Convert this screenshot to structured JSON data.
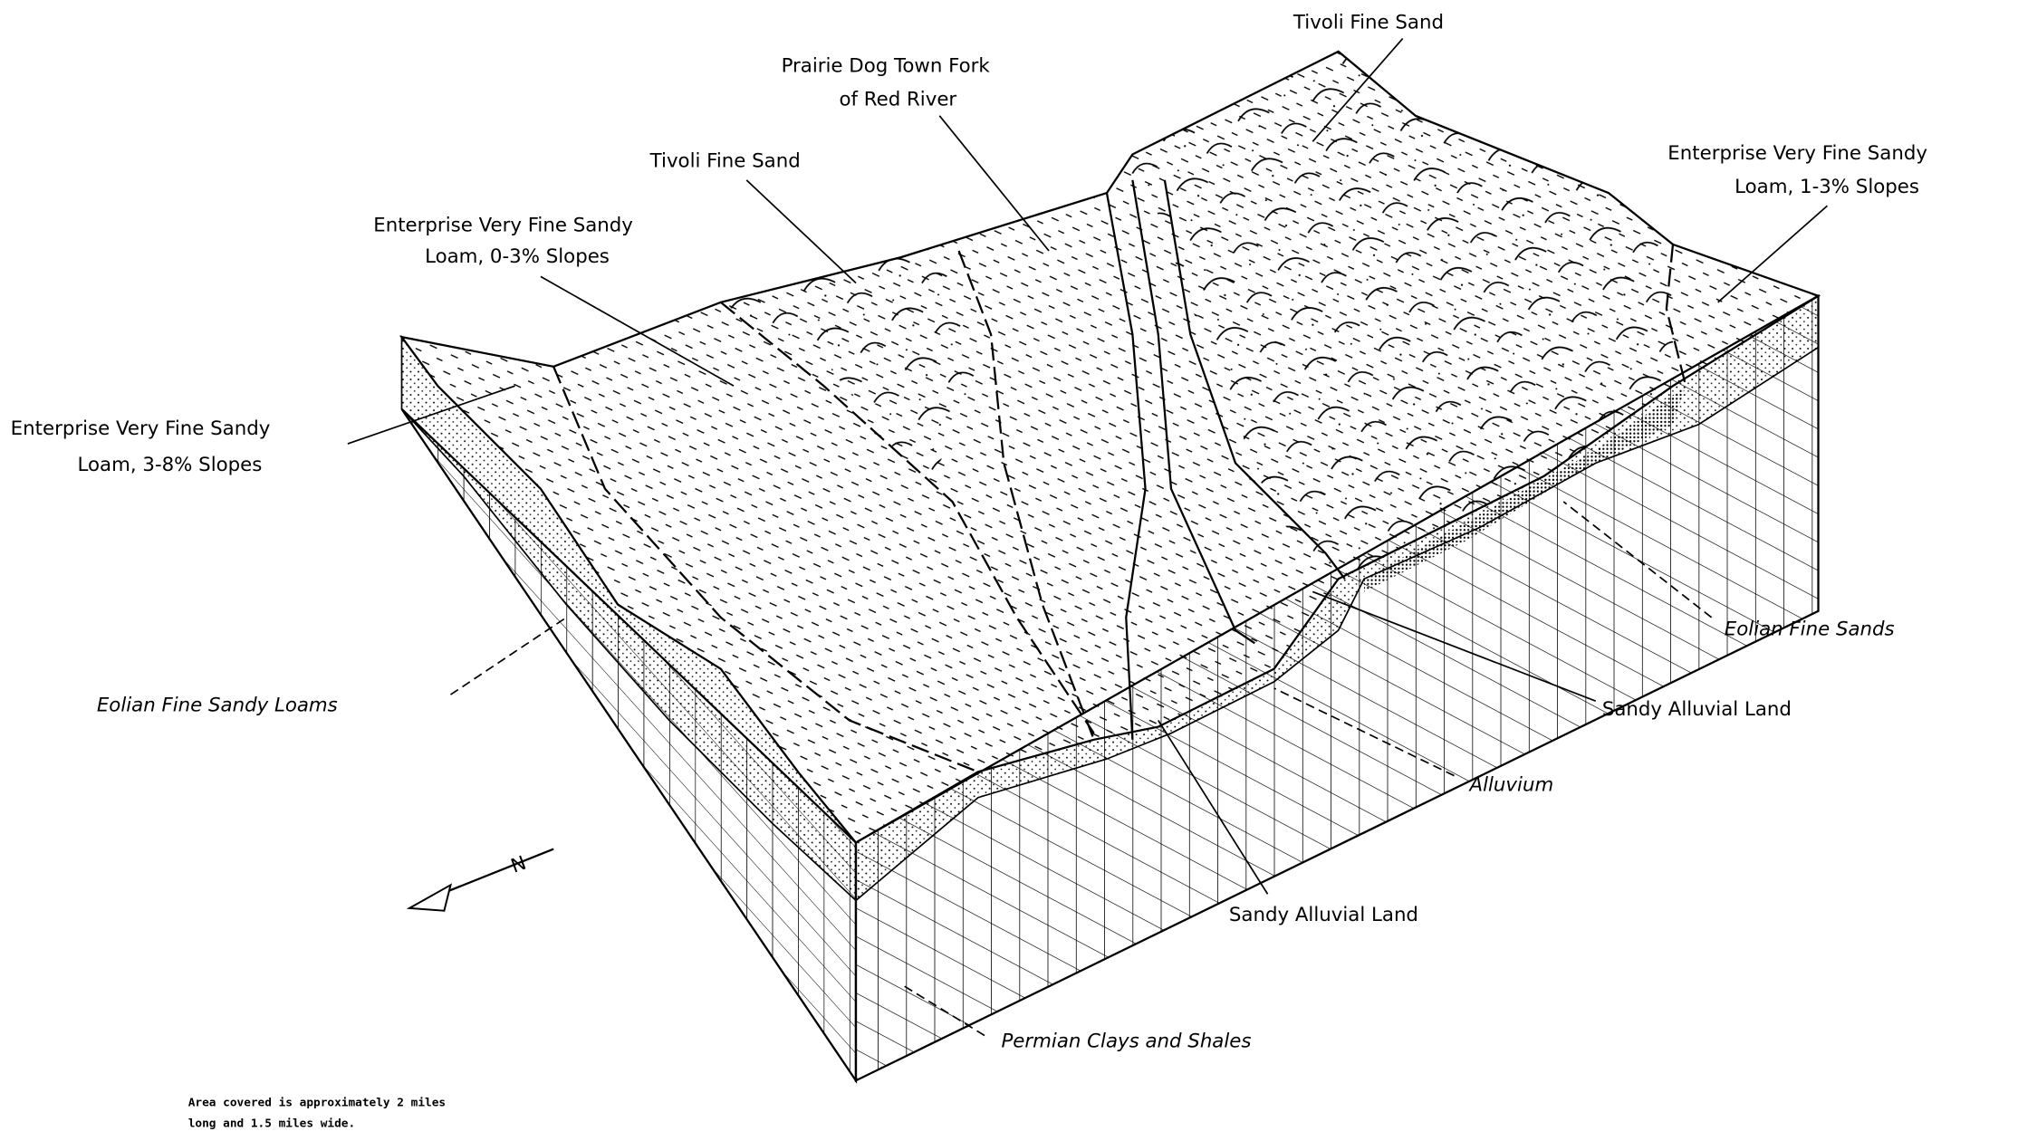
{
  "title": "Block diagram of soils along the Prairie Dog Town Fork of Red River",
  "labels": {
    "tivoli_top": "Tivoli Fine Sand",
    "prairie_dog_1": "Prairie Dog Town Fork",
    "prairie_dog_2": "of Red River",
    "tivoli_mid": "Tivoli Fine Sand",
    "enterprise_03_1": "Enterprise Very Fine Sandy",
    "enterprise_03_2": "Loam, 0-3% Slopes",
    "enterprise_13_1": "Enterprise Very Fine Sandy",
    "enterprise_13_2": "Loam, 1-3% Slopes",
    "enterprise_38_1": "Enterprise Very Fine Sandy",
    "enterprise_38_2": "Loam, 3-8% Slopes",
    "eolian_loams": "Eolian Fine Sandy Loams",
    "eolian_sands": "Eolian Fine Sands",
    "sandy_alluvial_right": "Sandy Alluvial Land",
    "alluvium": "Alluvium",
    "sandy_alluvial_bottom": "Sandy Alluvial Land",
    "permian": "Permian Clays and Shales"
  },
  "north_arrow": "N",
  "note": {
    "line1": "Area covered is approximately 2 miles",
    "line2": "long and 1.5 miles wide."
  }
}
